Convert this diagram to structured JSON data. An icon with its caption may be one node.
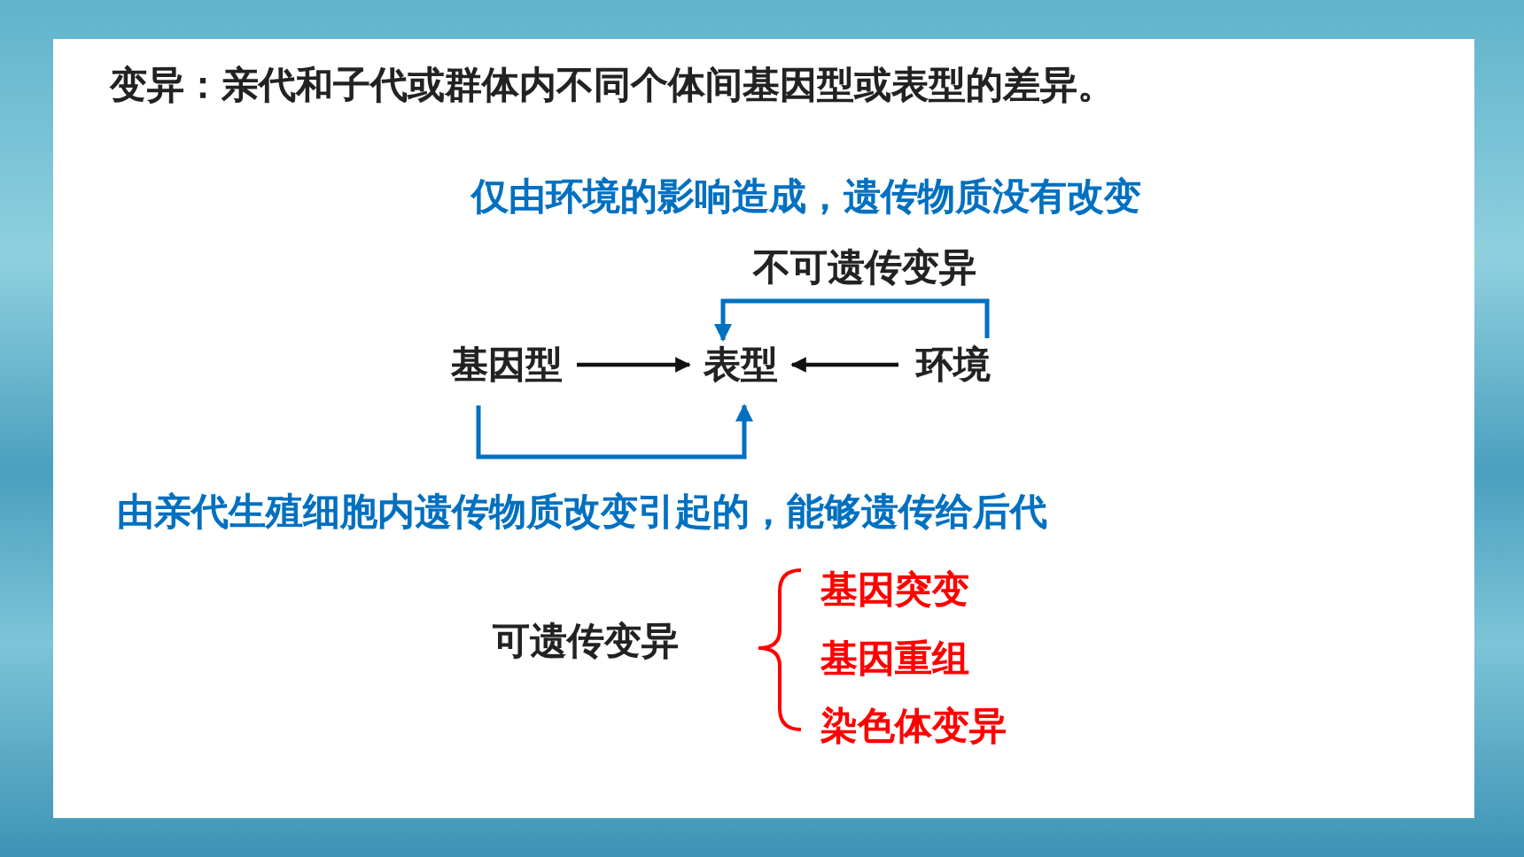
{
  "diagram": {
    "title": "变异：亲代和子代或群体内不同个体间基因型或表型的差异。",
    "nodes": [
      {
        "text": [
          "基因型"
        ]
      },
      {
        "text": [
          "表型"
        ]
      },
      {
        "text": [
          "环境"
        ]
      }
    ],
    "edges": [
      {
        "from": 0,
        "to": 1,
        "arrow": "to"
      },
      {
        "from": 2,
        "to": 1,
        "arrow": "to"
      },
      {
        "from": 2,
        "to": 1,
        "arrow": "to",
        "color": "#0070c0",
        "label": "不可遗传变异"
      },
      {
        "from": 0,
        "to": 1,
        "arrow": "to",
        "color": "#0070c0"
      }
    ],
    "labels": [
      "仅由环境的影响造成，遗传物质没有改变",
      "由亲代生殖细胞内遗传物质改变引起的，能够遗传给后代",
      "可遗传变异",
      "基因突变",
      "基因重组",
      "染色体变异"
    ]
  }
}
